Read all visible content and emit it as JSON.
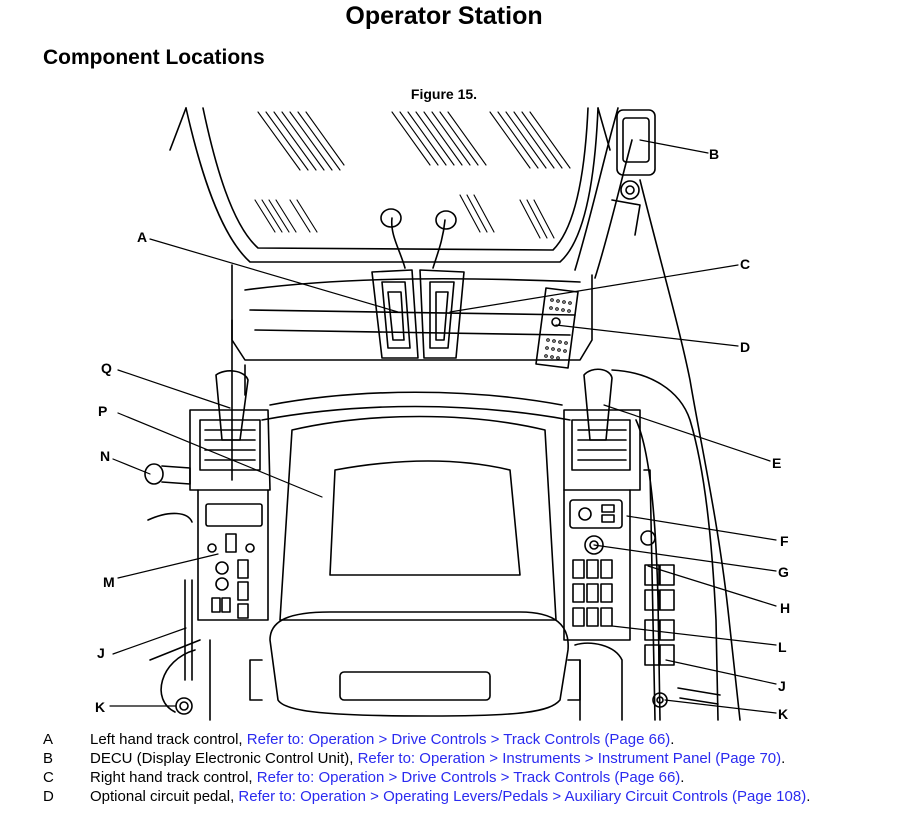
{
  "page_title": "Operator Station",
  "section_title": "Component Locations",
  "figure_caption": "Figure 15.",
  "callouts": [
    "A",
    "B",
    "C",
    "D",
    "Q",
    "P",
    "N",
    "E",
    "F",
    "G",
    "M",
    "H",
    "J",
    "L",
    "J",
    "K",
    "K"
  ],
  "legend": [
    {
      "key": "A",
      "text": "Left hand track control, ",
      "link": "Refer to: Operation > Drive Controls > Track Controls (Page 66)",
      "tail": "."
    },
    {
      "key": "B",
      "text": "DECU (Display Electronic Control Unit), ",
      "link": "Refer to: Operation > Instruments > Instrument Panel (Page 70)",
      "tail": "."
    },
    {
      "key": "C",
      "text": "Right hand track control, ",
      "link": "Refer to: Operation > Drive Controls > Track Controls (Page 66)",
      "tail": "."
    },
    {
      "key": "D",
      "text": "Optional circuit pedal, ",
      "link": "Refer to: Operation > Operating Levers/Pedals > Auxiliary Circuit Controls (Page 108)",
      "tail": "."
    }
  ]
}
